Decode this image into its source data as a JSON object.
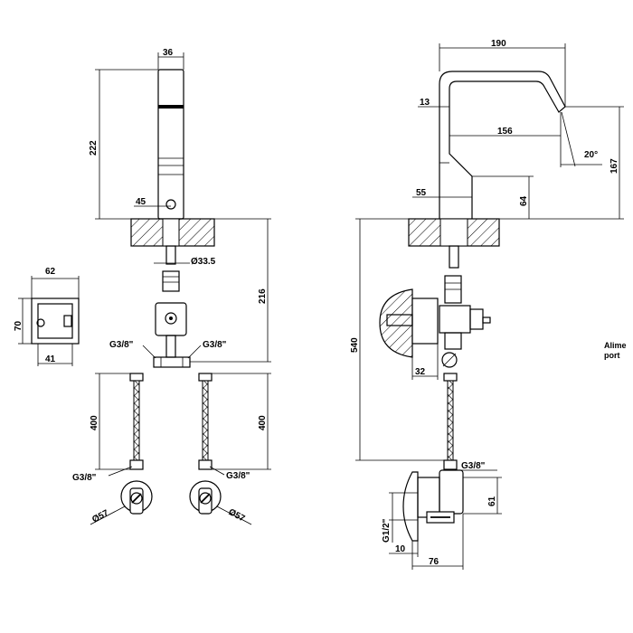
{
  "dimensions": {
    "front_width_top": "36",
    "front_height": "222",
    "front_offset": "45",
    "front_diameter": "Ø33.5",
    "box_width": "62",
    "box_height": "70",
    "box_bottom": "41",
    "connector_left": "G3/8\"",
    "connector_right": "G3/8\"",
    "hose_left_length": "400",
    "hose_right_length": "400",
    "under_length": "216",
    "hose_left_thread": "G3/8\"",
    "hose_right_thread": "G3/8\"",
    "valve_left_diameter": "Ø57",
    "valve_right_diameter": "Ø57",
    "side_reach": "190",
    "side_spout_offset": "13",
    "side_inner_reach": "156",
    "side_angle": "20°",
    "side_spout_height": "167",
    "side_base_offset": "55",
    "side_base_height": "64",
    "side_total": "540",
    "side_wall": "32",
    "side_thread_top": "G3/8\"",
    "side_valve_height": "61",
    "side_valve_thread": "G1/2\"",
    "side_valve_depth": "10",
    "side_valve_width": "76"
  },
  "side_note": {
    "line1": "Alime",
    "line2": "port"
  }
}
